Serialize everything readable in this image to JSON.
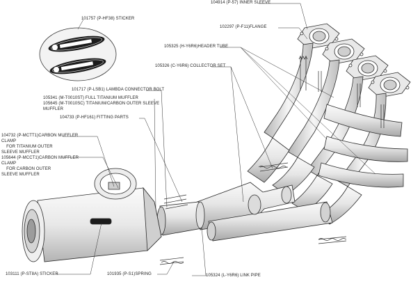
{
  "labels": {
    "inner_sleeve": "104914 (P-57) INNER SLEEVE",
    "flange": "102297 (P-F11)FLANGE",
    "header_tube": "105325 (H-Y6R6)HEADER TUBE",
    "collector_set": "105326 (C-Y6R6) COLLECTOR SET",
    "sticker_top": "101757 (P-HF38) STICKER",
    "lambda_bolt": "101717 (P-LSB1) LAMBDA CONNECTOR BOLT",
    "full_titanium_muffler": "105341 (M-T0010ST) FULL TITANIUM MUFFLER",
    "carbon_sleeve_muffler_1": "105645 (M-T0010SC) TITANIUM/CARBON OUTER SLEEVE",
    "carbon_sleeve_muffler_2": "MUFFLER",
    "fitting_parts": "104733 (P-HF161) FITTING PARTS",
    "clamp_ti_1": "104732 (P-MCTT1)CARBON MUFFLER",
    "clamp_ti_2": "CLAMP",
    "clamp_ti_3": "    FOR TITANIUM OUTER",
    "clamp_ti_4": "SLEEVE MUFFLER",
    "clamp_c_1": "105644 (P-MCCT1)CARBON MUFFLER",
    "clamp_c_2": "CLAMP",
    "clamp_c_3": "    FOR CARBON OUTER",
    "clamp_c_4": "SLEEVE MUFFLER",
    "sticker_bottom": "103111 (P-ST8A) STICKER",
    "spring": "101935 (P-S1)SPRING",
    "link_pipe": "105324 (L-Y6R6) LINK PIPE"
  },
  "colors": {
    "line": "#2a2a2a",
    "metal_light": "#f2f2f2",
    "metal_mid": "#d6d6d6",
    "metal_dark": "#9a9a9a",
    "sticker": "#1c1c1c"
  },
  "icons": {
    "logo": "akrapovic-scorpion-logo"
  }
}
